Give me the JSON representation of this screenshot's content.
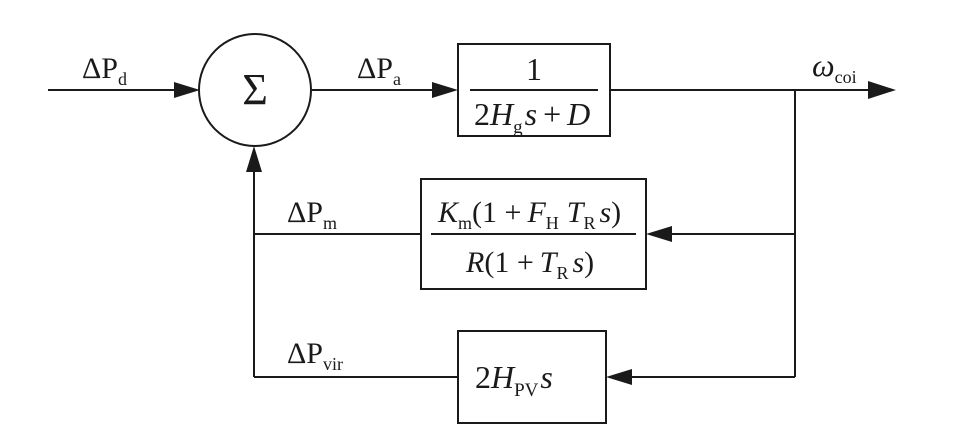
{
  "diagram": {
    "input_signal": {
      "symbol": "ΔP",
      "subscript": "d"
    },
    "summing_junction": {
      "symbol": "Σ"
    },
    "accel_signal": {
      "symbol": "ΔP",
      "subscript": "a"
    },
    "output_signal": {
      "symbol": "ω",
      "subscript": "coi"
    },
    "plant_block": {
      "numerator": "1",
      "denominator": {
        "coef": "2",
        "H": "H",
        "H_sub": "g",
        "s": "s",
        "plus": "+",
        "D": "D"
      }
    },
    "governor_block": {
      "numerator": {
        "K": "K",
        "K_sub": "m",
        "paren_open": "(1 +",
        "F": "F",
        "F_sub": "H",
        "T": "T",
        "T_sub": "R",
        "s": "s",
        "paren_close": ")"
      },
      "denominator": {
        "R": "R",
        "paren_open": "(1 +",
        "T": "T",
        "T_sub": "R",
        "s": "s",
        "paren_close": ")"
      }
    },
    "virtual_inertia_block": {
      "coef": "2",
      "H": "H",
      "H_sub": "PV",
      "s": "s"
    },
    "mech_signal": {
      "symbol": "ΔP",
      "subscript": "m"
    },
    "virtual_signal": {
      "symbol": "ΔP",
      "subscript": "vir"
    }
  }
}
